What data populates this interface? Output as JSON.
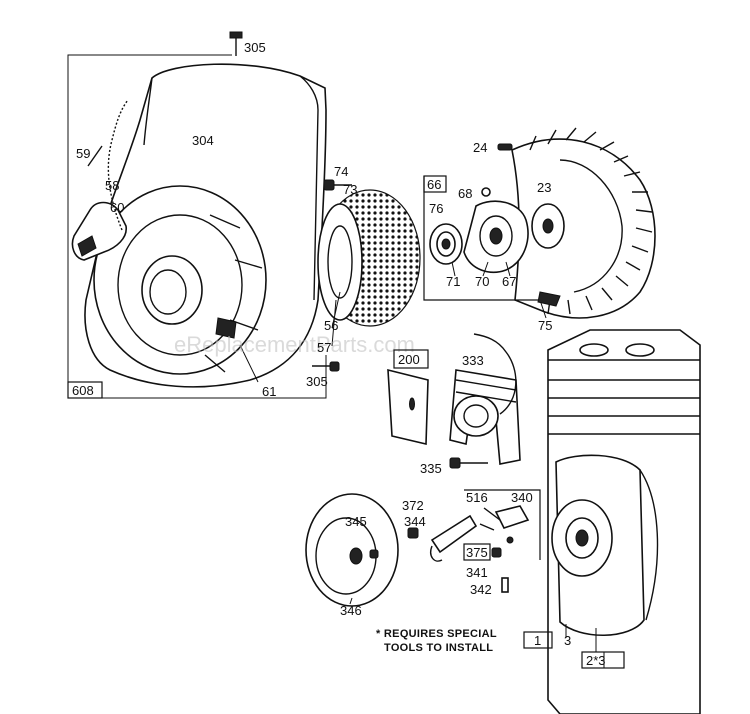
{
  "watermark": "eReplacementParts.com",
  "note": {
    "line1": "* REQUIRES SPECIAL",
    "line2": "TOOLS TO INSTALL"
  },
  "labels": {
    "p305_top": "305",
    "p304": "304",
    "p59": "59",
    "p58": "58",
    "p60": "60",
    "p74": "74",
    "p73": "73",
    "p56": "56",
    "p57": "57",
    "p305_bottom": "305",
    "p61": "61",
    "p608": "608",
    "p24": "24",
    "p66": "66",
    "p68": "68",
    "p23": "23",
    "p76": "76",
    "p71": "71",
    "p70": "70",
    "p67": "67",
    "p75": "75",
    "p200": "200",
    "p333": "333",
    "p335": "335",
    "p516": "516",
    "p340": "340",
    "p372": "372",
    "p344": "344",
    "p345": "345",
    "p375": "375",
    "p341": "341",
    "p342": "342",
    "p346": "346",
    "p1": "1",
    "p3": "3",
    "p2s3": "2*3"
  }
}
